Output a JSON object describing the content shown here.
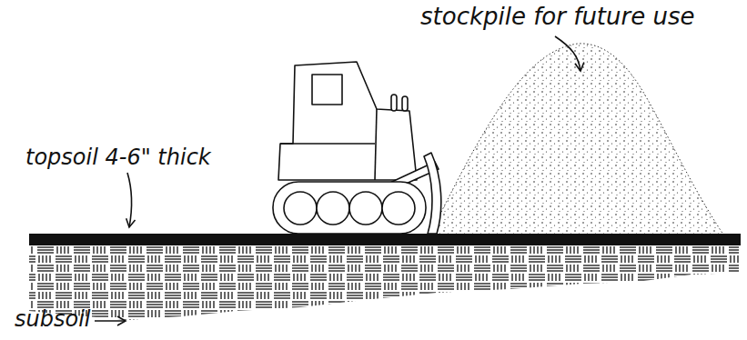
{
  "diagram": {
    "labels": [
      "stockpile for future use",
      "topsoil 4-6\" thick",
      "subsoil"
    ]
  }
}
